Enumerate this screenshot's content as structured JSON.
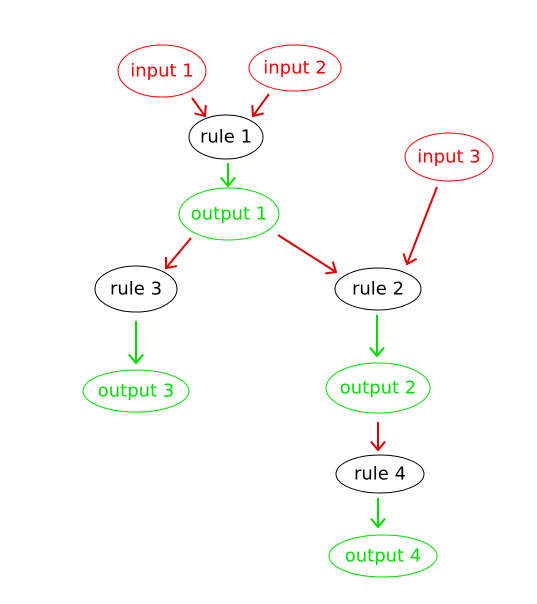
{
  "colors": {
    "input": "#ff0000",
    "rule": "#000000",
    "output": "#00e000",
    "input_edge": "#dd0000",
    "output_edge": "#00dd00"
  },
  "nodes": {
    "input1": {
      "label": "input 1",
      "kind": "input"
    },
    "input2": {
      "label": "input 2",
      "kind": "input"
    },
    "input3": {
      "label": "input 3",
      "kind": "input"
    },
    "rule1": {
      "label": "rule 1",
      "kind": "rule"
    },
    "rule2": {
      "label": "rule 2",
      "kind": "rule"
    },
    "rule3": {
      "label": "rule 3",
      "kind": "rule"
    },
    "rule4": {
      "label": "rule 4",
      "kind": "rule"
    },
    "output1": {
      "label": "output 1",
      "kind": "output"
    },
    "output2": {
      "label": "output 2",
      "kind": "output"
    },
    "output3": {
      "label": "output 3",
      "kind": "output"
    },
    "output4": {
      "label": "output 4",
      "kind": "output"
    }
  },
  "edges": [
    {
      "from": "input1",
      "to": "rule1"
    },
    {
      "from": "input2",
      "to": "rule1"
    },
    {
      "from": "rule1",
      "to": "output1"
    },
    {
      "from": "output1",
      "to": "rule3"
    },
    {
      "from": "output1",
      "to": "rule2"
    },
    {
      "from": "input3",
      "to": "rule2"
    },
    {
      "from": "rule3",
      "to": "output3"
    },
    {
      "from": "rule2",
      "to": "output2"
    },
    {
      "from": "output2",
      "to": "rule4"
    },
    {
      "from": "rule4",
      "to": "output4"
    }
  ]
}
